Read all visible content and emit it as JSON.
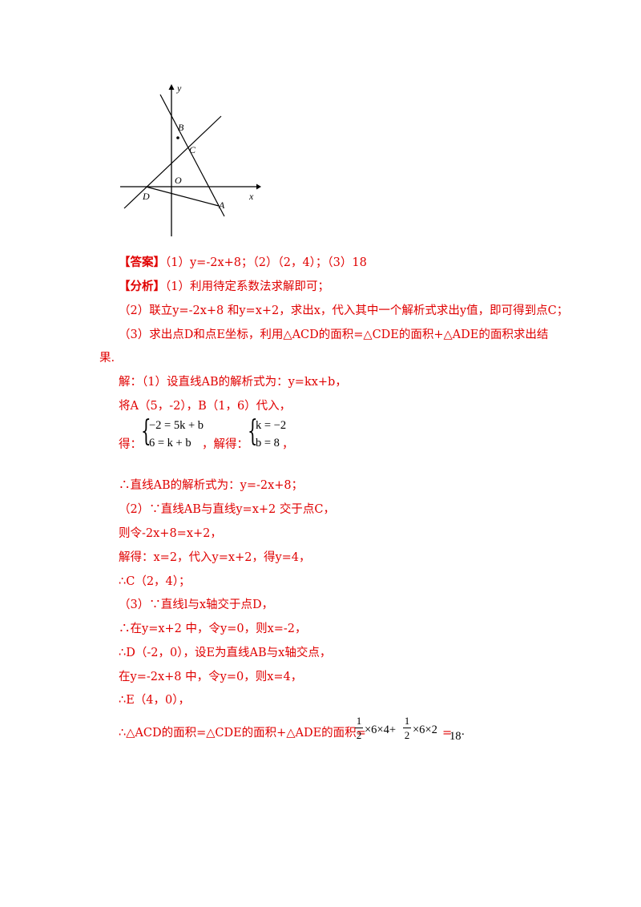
{
  "graph": {
    "labels": {
      "y": "y",
      "x": "x",
      "B": "B",
      "C": "C",
      "O": "O",
      "D": "D",
      "A": "A"
    }
  },
  "answer": {
    "tag": "【答案】",
    "text": "（1）y=-2x+8；（2）（2，4）；（3）18"
  },
  "analysis": {
    "tag": "【分析】",
    "l1": "（1）利用待定系数法求解即可；",
    "l2": "（2）联立y=-2x+8 和y=x+2，求出x，代入其中一个解析式求出y值，即可得到点C；",
    "l3": "（3）求出点D和点E坐标，利用△ACD的面积=△CDE的面积+△ADE的面积求出结",
    "l4": "果."
  },
  "solution": {
    "s1": "解：（1）设直线AB的解析式为：y=kx+b，",
    "s2": "将A（5，-2），B（1，6）代入，",
    "s3a": "得：",
    "sys1a": "−2 = 5k + b",
    "sys1b": "6 = k + b",
    "s3b": "，解得：",
    "sys2a": "k = −2",
    "sys2b": "b = 8",
    "s3c": "，",
    "s4": "∴直线AB的解析式为：y=-2x+8；",
    "s5": "（2）∵直线AB与直线y=x+2 交于点C，",
    "s6": "则令-2x+8=x+2，",
    "s7": "解得：x=2，代入y=x+2，得y=4，",
    "s8": "∴C（2，4）；",
    "s9": "（3）∵直线l与x轴交于点D，",
    "s10": "∴在y=x+2 中，令y=0，则x=-2，",
    "s11": "∴D（-2，0），设E为直线AB与x轴交点，",
    "s12": "在y=-2x+8 中，令y=0，则x=4，",
    "s13": "∴E（4，0），",
    "s14": "∴△ACD的面积=△CDE的面积+△ADE的面积=",
    "f_num": "1",
    "f_den": "2",
    "f1_rest": "×6×4+",
    "f2_rest": "×6×2",
    "eq": "=",
    "result": "18",
    "end": "."
  }
}
